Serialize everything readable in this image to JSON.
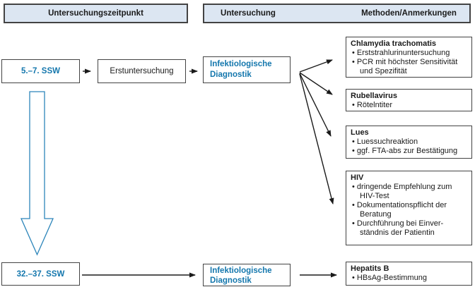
{
  "headers": {
    "timepoint": "Untersuchungszeitpunkt",
    "examination": "Untersuchung",
    "methods": "Methoden/Anmerkungen"
  },
  "timeline": {
    "first_visit": "5.–7. SSW",
    "second_visit": "32.–37. SSW"
  },
  "examinations": {
    "first": "Erstuntersuchung",
    "infect_diag_top": "Infektiologische Diagnostik",
    "infect_diag_bottom": "Infektiologische Diagnostik"
  },
  "methods": [
    {
      "title": "Chlamydia trachomatis",
      "bullets": [
        [
          "Erststrahlurinuntersuchung"
        ],
        [
          "PCR mit höchster Sensitivität",
          "und Spezifität"
        ]
      ]
    },
    {
      "title": "Rubellavirus",
      "bullets": [
        [
          "Rötelntiter"
        ]
      ]
    },
    {
      "title": "Lues",
      "bullets": [
        [
          "Luessuchreaktion"
        ],
        [
          "ggf. FTA-abs zur Bestätigung"
        ]
      ]
    },
    {
      "title": "HIV",
      "bullets": [
        [
          "dringende Empfehlung zum",
          "HIV-Test"
        ],
        [
          "Dokumentationspflicht der",
          "Beratung"
        ],
        [
          "Durchführung bei Einver-",
          "ständnis der Patientin"
        ]
      ]
    },
    {
      "title": "Hepatits B",
      "bullets": [
        [
          "HBsAg-Bestimmung"
        ]
      ]
    }
  ],
  "colors": {
    "accent_blue": "#1477ad",
    "header_bg": "#dce6f2",
    "border_gray": "#434343",
    "arrow_black": "#1a1a1a",
    "timeline_arrow_blue": "#2c85ba"
  }
}
